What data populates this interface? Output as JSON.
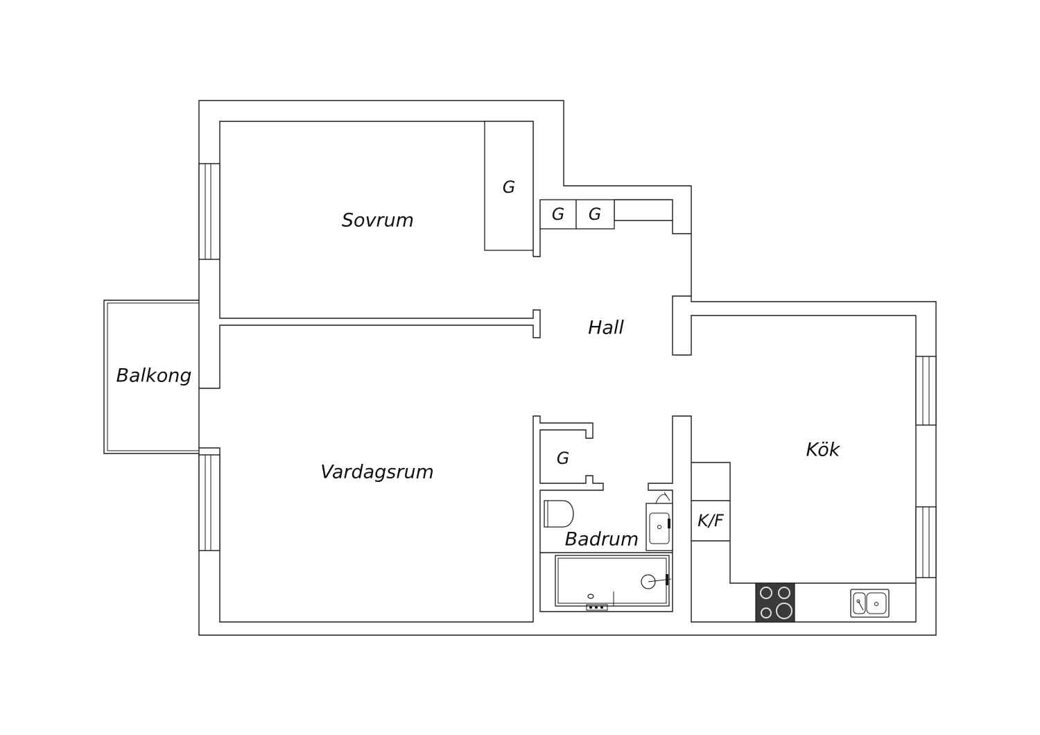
{
  "rooms": {
    "sovrum": "Sovrum",
    "hall": "Hall",
    "balkong": "Balkong",
    "vardagsrum": "Vardagsrum",
    "kok": "Kök",
    "badrum": "Badrum"
  },
  "storage": {
    "wardrobe_bedroom": "G",
    "wardrobe_hall_1": "G",
    "wardrobe_hall_2": "G",
    "wardrobe_bath": "G",
    "fridge_freezer": "K/F"
  },
  "colors": {
    "wall_stroke": "#1a1a1a",
    "background": "#ffffff",
    "stove": "#3a3a3a"
  }
}
